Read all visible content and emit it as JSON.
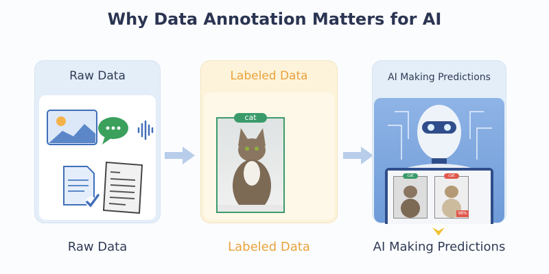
{
  "title": "Why Data Annotation Matters for AI",
  "panels": [
    {
      "header": "Raw Data",
      "caption": "Raw Data"
    },
    {
      "header": "Labeled Data",
      "caption": "Labeled Data",
      "label_tag": "cat"
    },
    {
      "header": "AI Making Predictions",
      "caption": "AI Making Predictions",
      "prediction_tags": [
        "cat",
        "cat"
      ],
      "confidence": "98%"
    }
  ],
  "colors": {
    "title": "#2b3552",
    "raw": "#2f3b55",
    "labeled": "#e9a23b",
    "ai": "#2f3b55",
    "tag_green": "#3a9a6a",
    "tag_red": "#e0584c",
    "arrow": "#b7cdea"
  }
}
